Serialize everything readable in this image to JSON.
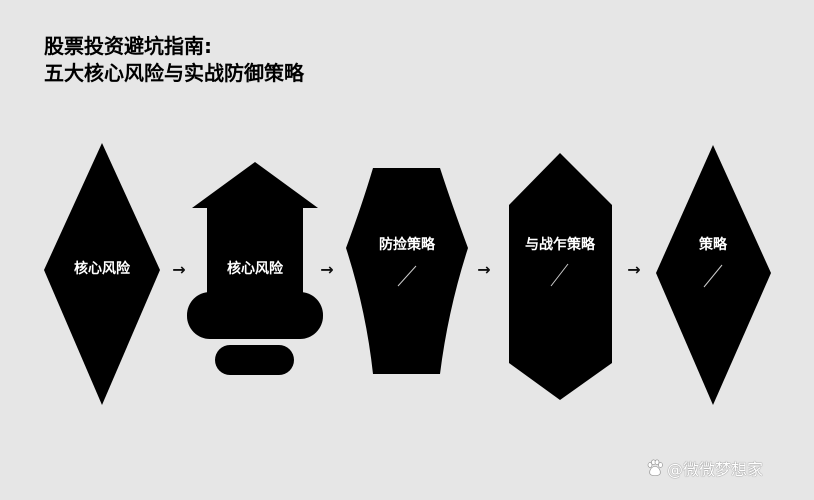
{
  "title": {
    "line1": "股票投资避坑指南:",
    "line2": "五大核心风险与实战防御策略"
  },
  "shapes": [
    {
      "id": "diamond-1",
      "label": "核心风险",
      "type": "diamond",
      "has_slash": false
    },
    {
      "id": "house-arrow",
      "label": "核心风险",
      "type": "arrow-house",
      "has_slash": false
    },
    {
      "id": "barrel",
      "label": "防捡策略",
      "type": "barrel",
      "has_slash": true
    },
    {
      "id": "hexagon",
      "label": "与战乍策略",
      "type": "elongated-hexagon",
      "has_slash": true
    },
    {
      "id": "diamond-2",
      "label": "策略",
      "type": "diamond",
      "has_slash": true
    }
  ],
  "arrows": [
    "→",
    "→",
    "→",
    "→"
  ],
  "watermark": {
    "icon": "baidu-paw-icon",
    "text": "@微微梦想家"
  },
  "colors": {
    "background": "#e6e6e6",
    "shape_fill": "#000000",
    "label_text": "#ffffff"
  }
}
